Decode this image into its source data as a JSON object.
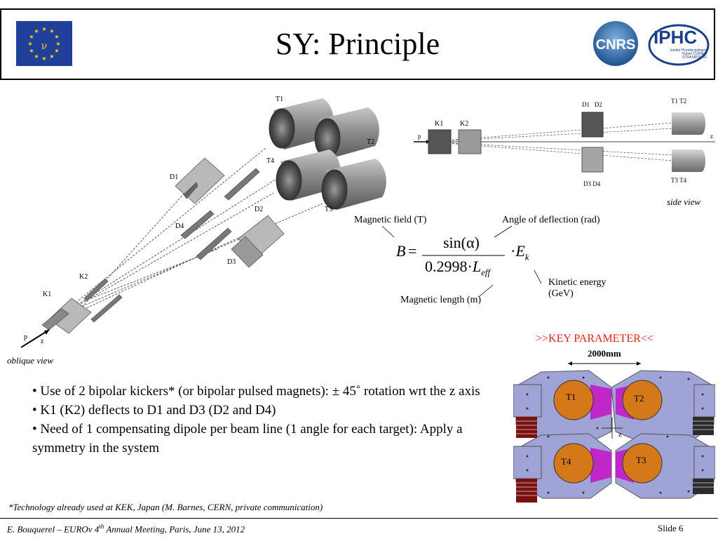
{
  "header": {
    "title": "SY: Principle",
    "eu_logo_icon": "eu-flag-logo-icon",
    "cnrs_logo": "CNRS",
    "iphc_logo": "IPHC",
    "iphc_sub1": "Institut Pluridisciplinaire",
    "iphc_sub2": "Hubert CURIEN",
    "iphc_sub3": "STRASBOURG"
  },
  "oblique": {
    "caption": "oblique view",
    "labels": {
      "T1": "T1",
      "T2": "T2",
      "T3": "T3",
      "T4": "T4",
      "D1": "D1",
      "D2": "D2",
      "D3": "D3",
      "D4": "D4",
      "K1": "K1",
      "K2": "K2",
      "p": "p",
      "z": "z"
    }
  },
  "side": {
    "caption": "side view",
    "labels": {
      "K1": "K1",
      "K2": "K2",
      "D1D2": "D1   D2",
      "D3D4": "D3  D4",
      "T1T2": "T1 T2",
      "T3T4": "T3 T4",
      "p": "p",
      "z": "z"
    }
  },
  "formula": {
    "B": "B",
    "eq": "=",
    "numerator": "sin(α)",
    "denominator_const": "0.2998·",
    "L": "L",
    "L_sub": "eff",
    "dot": "·",
    "E": "E",
    "E_sub": "k",
    "magnetic_field": "Magnetic field (T)",
    "angle_deflection": "Angle of deflection (rad)",
    "kinetic_energy_1": "Kinetic energy",
    "kinetic_energy_2": "(GeV)",
    "magnetic_length": "Magnetic length (m)"
  },
  "key": {
    "title": ">>KEY PARAMETER<<",
    "dimension": "2000mm",
    "T1": "T1",
    "T2": "T2",
    "T3": "T3",
    "T4": "T4",
    "z": "z",
    "colors": {
      "plate": "#9fa3d6",
      "target": "#d4781a",
      "magnet": "#c027c8",
      "title": "#e0201b"
    }
  },
  "bullets": [
    "• Use of 2 bipolar kickers* (or bipolar pulsed magnets): ± 45˚ rotation wrt the z axis",
    "• K1 (K2) deflects to D1 and D3 (D2 and D4)",
    "• Need of 1 compensating dipole per beam line (1 angle for each target): Apply a symmetry in the system"
  ],
  "footnote": "*Technology already used at KEK, Japan (M. Barnes, CERN, private communication)",
  "footer": {
    "left_pre": "E. Bouquerel – EUROv 4",
    "left_sup": "th",
    "left_post": " Annual Meeting, Paris, June 13, 2012",
    "right": "Slide 6"
  }
}
